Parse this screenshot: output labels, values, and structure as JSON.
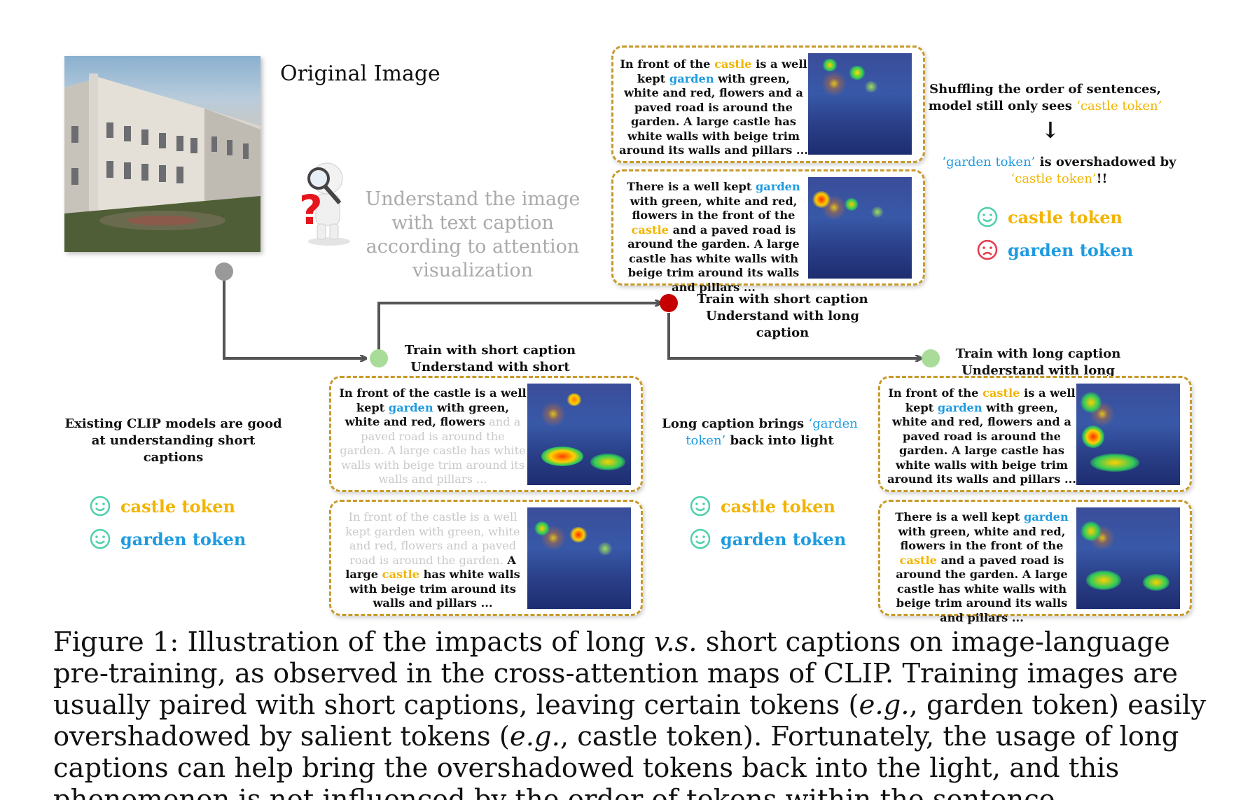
{
  "header": {
    "original_label": "Original Image",
    "helper_text": "Understand the image with text caption according to attention visualization"
  },
  "colors": {
    "castle": "#f2b400",
    "garden": "#1e9be0",
    "box_border": "#c89a2a",
    "arrow": "#555555",
    "node_green": "#a9dc98",
    "node_red": "#c40000",
    "node_gray": "#999999",
    "smile": "#4fd0ad",
    "frown": "#e43c4e"
  },
  "stages": {
    "short": {
      "line1": "Train with short caption",
      "line2": "Understand with short caption"
    },
    "mixed": {
      "line1": "Train with short caption",
      "line2": "Understand with long caption"
    },
    "long": {
      "line1": "Train with long caption",
      "line2": "Understand with long caption"
    }
  },
  "notes": {
    "left": "Existing CLIP models are good at understanding short captions",
    "middle_pre": "Long caption brings ",
    "middle_token": "‘garden token’",
    "middle_post": " back into light",
    "right_top_pre": "Shuffling the order of sentences, model still only sees ",
    "right_top_token": "‘castle token’",
    "right_arrow": "↓",
    "right_bottom_token1": "‘garden token’",
    "right_bottom_mid": " is overshadowed by ",
    "right_bottom_token2": "‘castle token’",
    "right_bottom_end": "!!"
  },
  "tokens": {
    "castle": "castle token",
    "garden": "garden token"
  },
  "captions": {
    "top1": {
      "a": "In front of the ",
      "castle": "castle",
      "b": " is a well kept ",
      "garden": "garden",
      "c": " with green, white and red, flowers and a paved road is around the garden. A large castle has white walls with beige trim around its walls and pillars ..."
    },
    "top2": {
      "a": "There is a well kept ",
      "garden": "garden",
      "b": " with green, white and red, flowers in the front of the ",
      "castle": "castle",
      "c": " and a paved road is around the garden. A large castle has white walls with beige trim around its walls and pillars ..."
    },
    "short1": {
      "a": "In front of the castle is a well kept ",
      "garden": "garden",
      "b": " with green, white and red, flowers",
      "dim": " and a paved road is around the garden. A large castle has white walls with beige trim around its walls and pillars ..."
    },
    "short2": {
      "dim": "In front of the castle is a well kept garden with green, white and red, flowers and a paved road is around the garden.",
      "a": " A large ",
      "castle": "castle",
      "b": " has white walls with beige trim around its walls and pillars ..."
    },
    "long1": {
      "a": "In front of the ",
      "castle": "castle",
      "b": " is a well kept ",
      "garden": "garden",
      "c": " with green, white and red, flowers and a paved road is around the garden. A large castle has white walls with beige trim around its walls and pillars ..."
    },
    "long2": {
      "a": "There is a well kept ",
      "garden": "garden",
      "b": " with green, white and red, flowers in the front of the ",
      "castle": "castle",
      "c": " and a paved road is around the garden. A large castle has white walls with beige trim around its walls and pillars ..."
    }
  },
  "figure_caption": {
    "prefix": "Figure 1: Illustration of the impacts of long ",
    "vs": "v.s.",
    "part2": " short captions on image-language pre-training, as observed in the cross-attention maps of CLIP. Training images are usually paired with short captions, leaving certain tokens (",
    "eg1": "e.g.",
    "part3": ", garden token) easily overshadowed by salient tokens (",
    "eg2": "e.g.",
    "part4": ", castle token). Fortunately, the usage of long captions can help bring the overshadowed tokens back into the light, and this phenomenon is not influenced by the order of tokens within the sentence."
  }
}
